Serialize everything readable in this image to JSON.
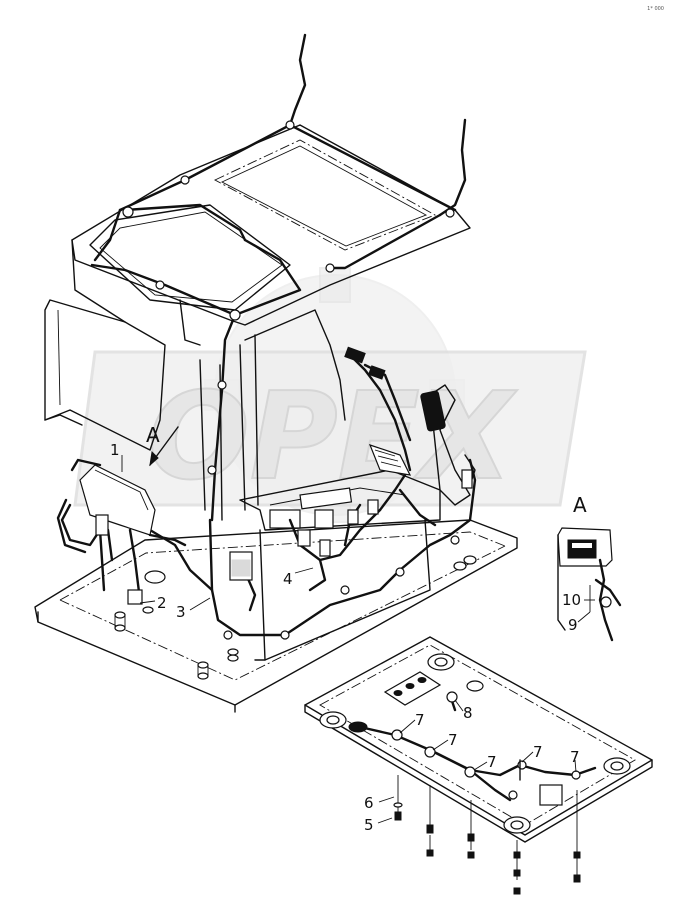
{
  "drawing": {
    "corner_code": "1* 000",
    "watermark": "OPEX",
    "view_marker": "A",
    "detail_view_label": "A"
  },
  "callouts": [
    {
      "id": "c1",
      "text": "1"
    },
    {
      "id": "c2",
      "text": "2"
    },
    {
      "id": "c3",
      "text": "3"
    },
    {
      "id": "c4",
      "text": "4"
    },
    {
      "id": "c5",
      "text": "5"
    },
    {
      "id": "c6",
      "text": "6"
    },
    {
      "id": "c7a",
      "text": "7"
    },
    {
      "id": "c7b",
      "text": "7"
    },
    {
      "id": "c7c",
      "text": "7"
    },
    {
      "id": "c7d",
      "text": "7"
    },
    {
      "id": "c7e",
      "text": "7"
    },
    {
      "id": "c8",
      "text": "8"
    },
    {
      "id": "c9",
      "text": "9"
    },
    {
      "id": "c10",
      "text": "10"
    }
  ]
}
